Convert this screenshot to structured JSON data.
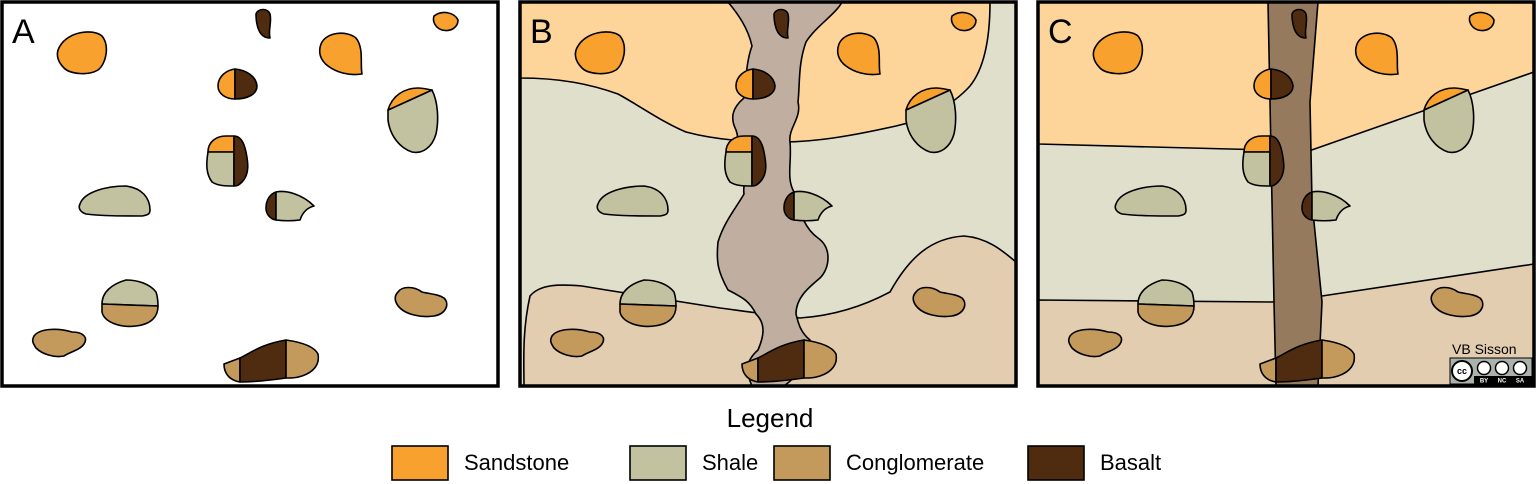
{
  "panels": [
    {
      "label": "A"
    },
    {
      "label": "B"
    },
    {
      "label": "C"
    }
  ],
  "legend": {
    "title": "Legend",
    "items": [
      {
        "label": "Sandstone",
        "color": "#f9a12f"
      },
      {
        "label": "Shale",
        "color": "#c2c1a0"
      },
      {
        "label": "Conglomerate",
        "color": "#c49a5c"
      },
      {
        "label": "Basalt",
        "color": "#4f2b0f"
      }
    ]
  },
  "layer_colors": {
    "sandstone_layer": "#fdd49a",
    "shale_layer": "#e0dfcc",
    "conglomerate_layer": "#e2cdb0",
    "dike_irregular": "#c0aea0",
    "dike_straight": "#967a5e"
  },
  "credit": {
    "author": "VB Sisson",
    "license_badge": [
      "BY",
      "NC",
      "SA"
    ]
  }
}
